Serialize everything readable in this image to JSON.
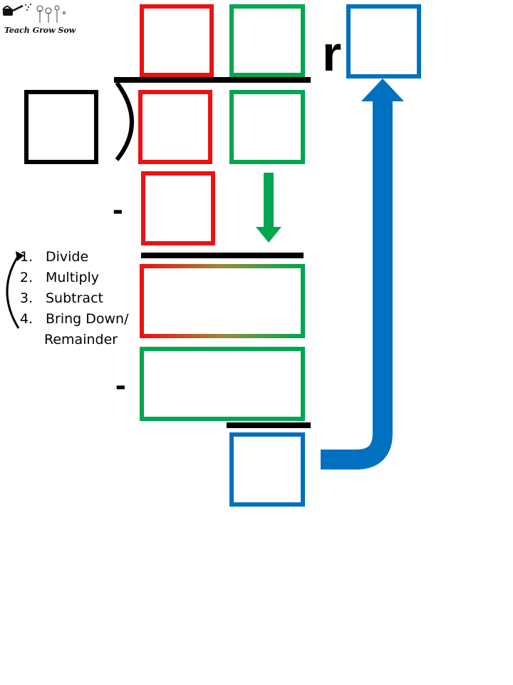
{
  "logo": {
    "text": "Teach Grow Sow"
  },
  "remainder_letter": "r",
  "minus_sign": "-",
  "steps": [
    {
      "number": "1.",
      "label": "Divide"
    },
    {
      "number": "2.",
      "label": "Multiply"
    },
    {
      "number": "3.",
      "label": "Subtract"
    },
    {
      "number": "4.",
      "label": "Bring Down/"
    }
  ],
  "steps_continuation": "Remainder",
  "colors": {
    "divide": "#ee1111",
    "multiply": "#00a650",
    "remainder": "#0070c0",
    "divisor": "#000000"
  },
  "icons": [
    "watering-can-icon",
    "dandelion-icon",
    "curved-arrow-icon",
    "down-arrow-icon",
    "remainder-arrow-icon"
  ]
}
